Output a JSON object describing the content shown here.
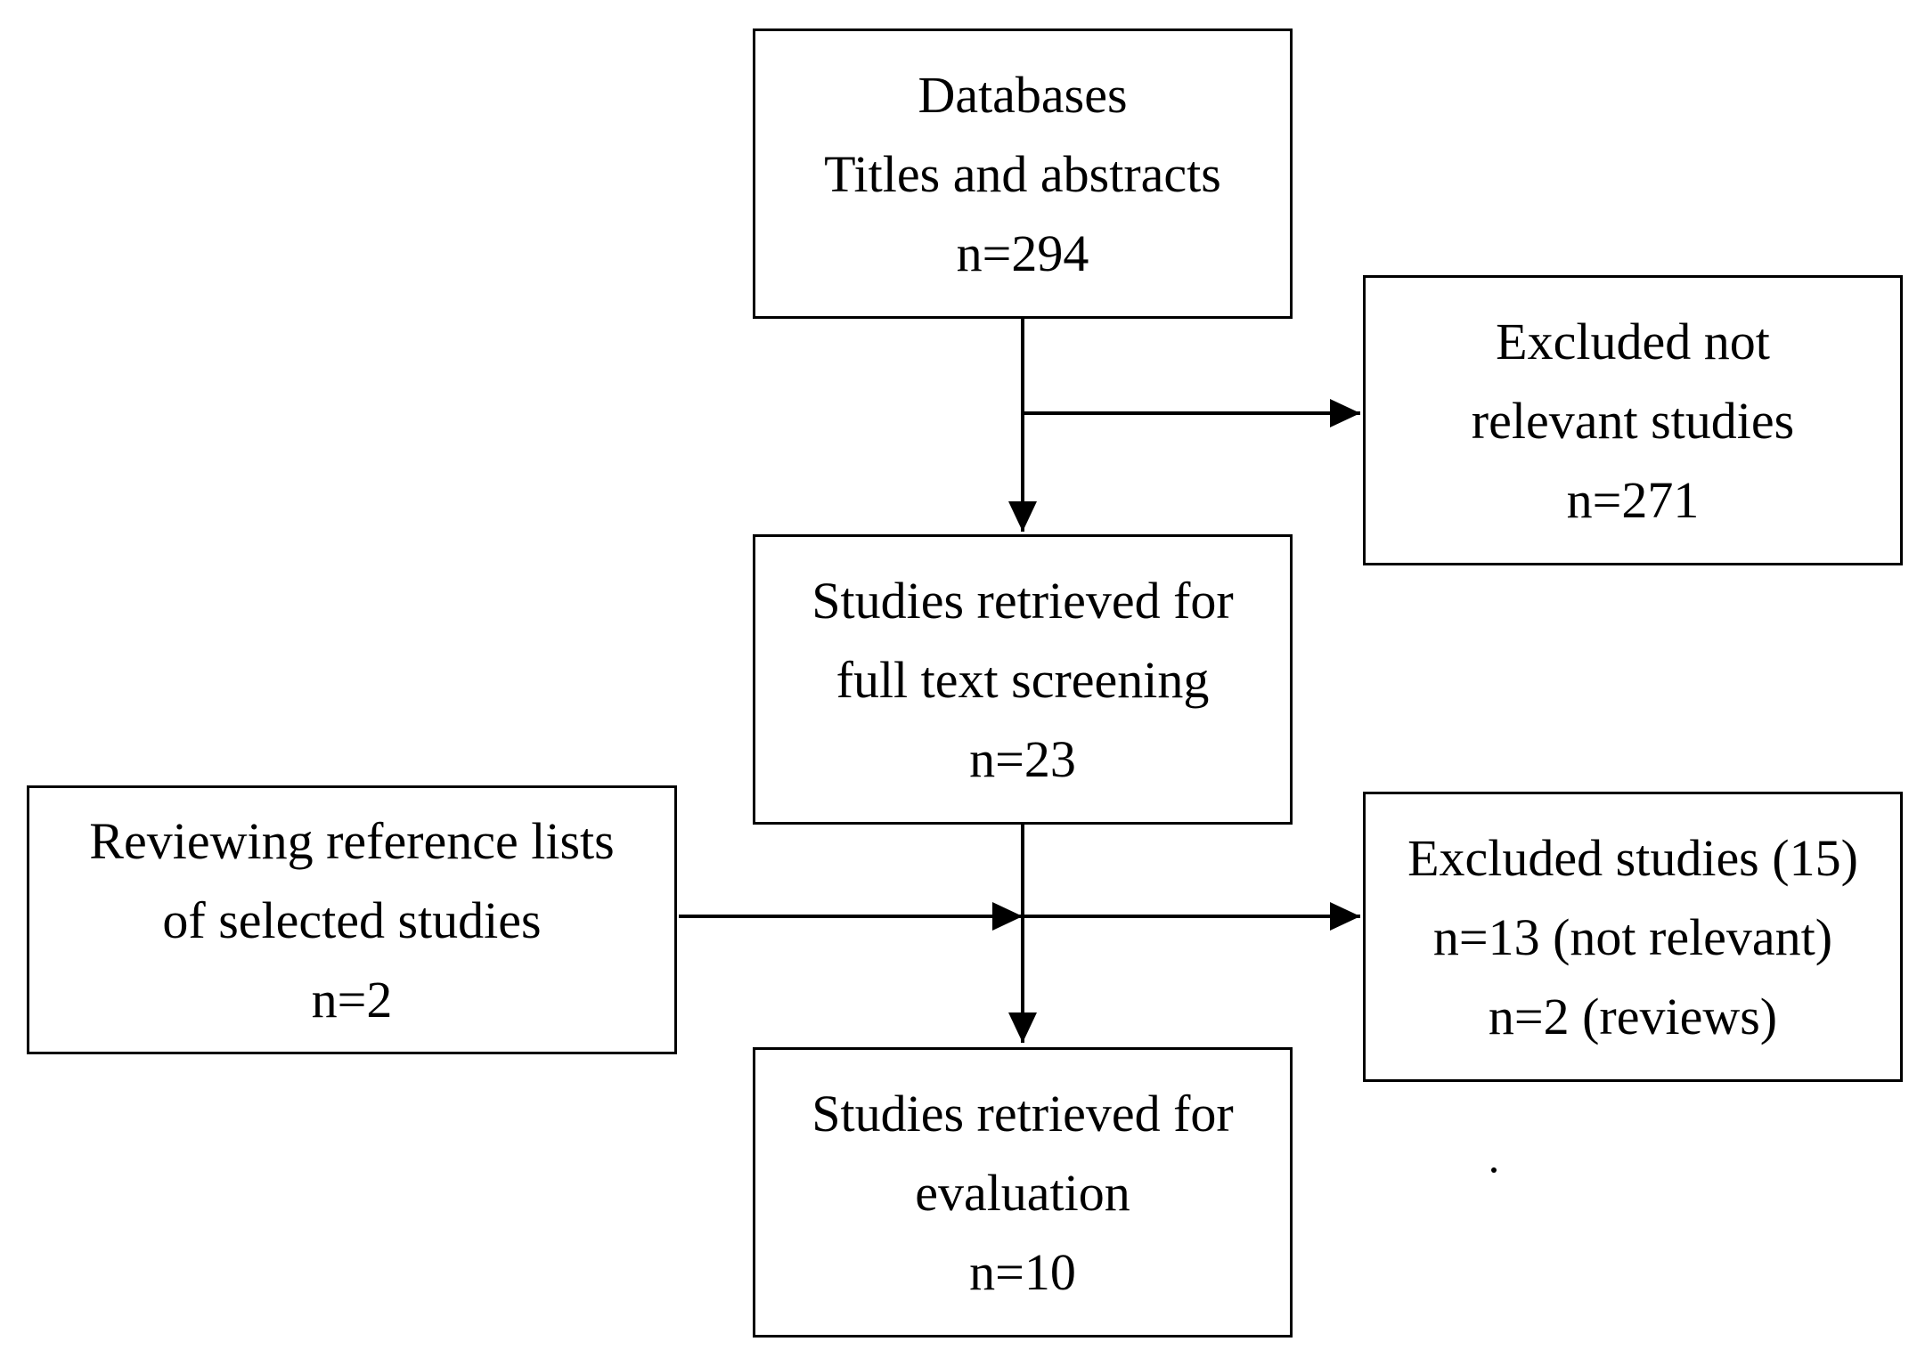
{
  "boxes": {
    "databases": {
      "lines": [
        "Databases",
        "Titles and abstracts",
        "n=294"
      ]
    },
    "excluded_not_relevant": {
      "lines": [
        "Excluded not",
        "relevant studies",
        "n=271"
      ]
    },
    "full_text_screening": {
      "lines": [
        "Studies retrieved for",
        "full text screening",
        "n=23"
      ]
    },
    "reference_lists": {
      "lines": [
        "Reviewing reference lists",
        "of selected studies",
        "n=2"
      ]
    },
    "excluded_studies": {
      "lines": [
        "Excluded studies (15)",
        "n=13 (not relevant)",
        "n=2 (reviews)"
      ]
    },
    "evaluation": {
      "lines": [
        "Studies retrieved for",
        "evaluation",
        "n=10"
      ]
    }
  },
  "colors": {
    "stroke": "#000000",
    "background": "#ffffff"
  }
}
